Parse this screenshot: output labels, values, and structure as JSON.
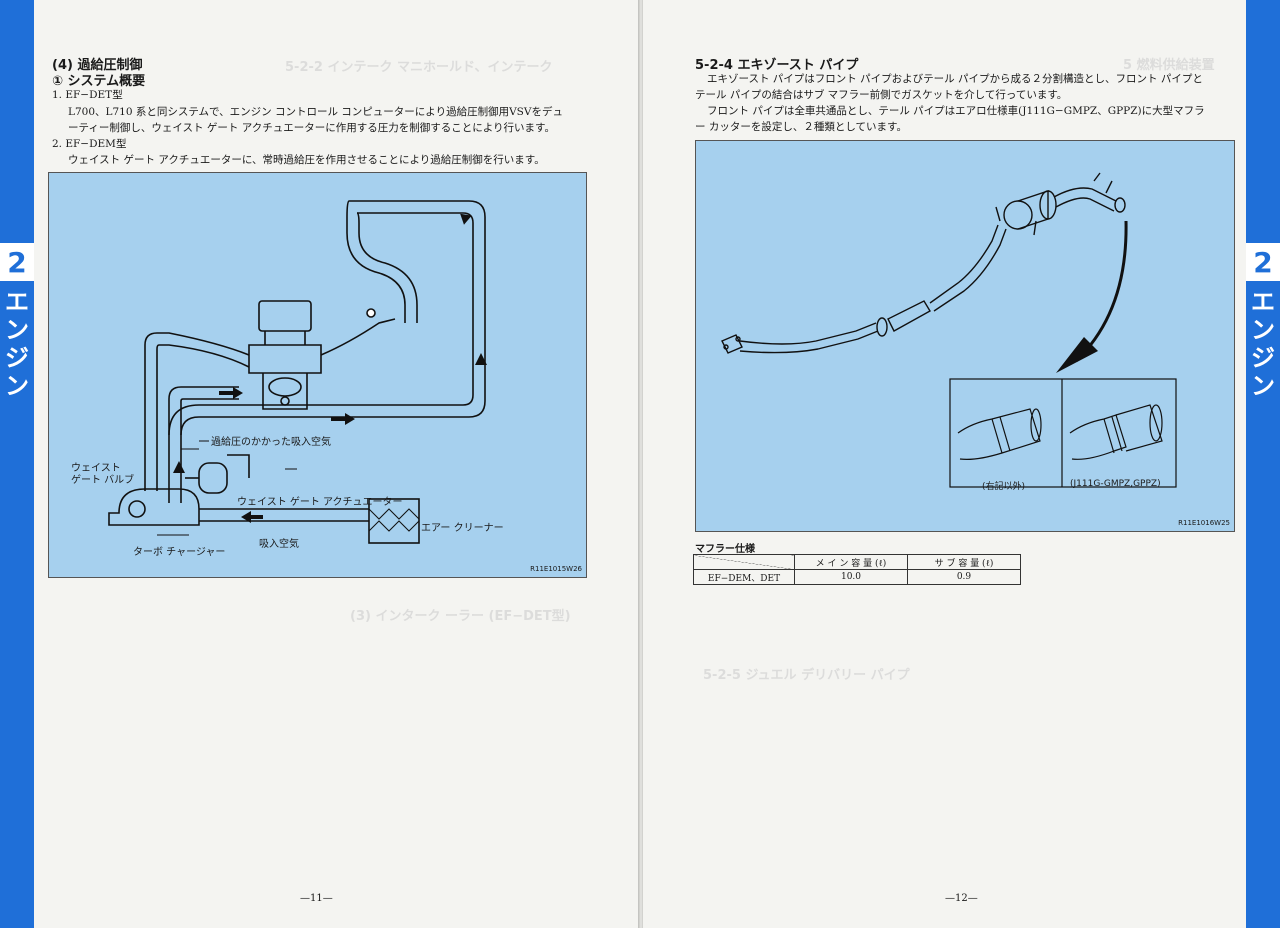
{
  "left": {
    "section_heading": "(4) 過給圧制御",
    "subsection_heading": "① システム概要",
    "item1_title": "1.  EF−DET型",
    "item1_line1": "L700、L710 系と同システムで、エンジン コントロール コンピューターにより過給圧制御用VSVをデュ",
    "item1_line2": "ーティー制御し、ウェイスト ゲート アクチュエーターに作用する圧力を制御することにより行います。",
    "item2_title": "2.  EF−DEM型",
    "item2_line1": "ウェイスト ゲート アクチュエーターに、常時過給圧を作用させることにより過給圧制御を行います。",
    "diagram": {
      "label_boost_air": "過給圧のかかった吸入空気",
      "label_wastegate_valve_1": "ウェイスト",
      "label_wastegate_valve_2": "ゲート バルブ",
      "label_actuator": "ウェイスト ゲート アクチュエーター",
      "label_air_cleaner": "エアー クリーナー",
      "label_intake_air": "吸入空気",
      "label_turbo": "ターボ チャージャー",
      "figure_code": "R11E1015W26"
    },
    "page_number": "—11—",
    "tab_number": "2",
    "tab_text": "エンジン"
  },
  "right": {
    "section_heading": "5-2-4  エキゾースト パイプ",
    "para1_line1": "エキゾースト パイプはフロント パイプおよびテール パイプから成る２分割構造とし、フロント パイプと",
    "para1_line2": "テール パイプの結合はサブ マフラー前側でガスケットを介して行っています。",
    "para2_line1": "フロント パイプは全車共通品とし、テール パイプはエアロ仕様車(J111G−GMPZ、GPPZ)に大型マフラ",
    "para2_line2": "ー カッターを設定し、２種類としています。",
    "diagram": {
      "inset_left_caption": "(右記以外)",
      "inset_right_caption": "(J111G-GMPZ,GPPZ)",
      "figure_code": "R11E1016W25"
    },
    "table_title": "マフラー仕様",
    "table_headers": [
      "メ イ ン 容 量 (ℓ)",
      "サ ブ 容 量 (ℓ)"
    ],
    "table_row_label": "EF−DEM、DET",
    "table_row_values": [
      "10.0",
      "0.9"
    ],
    "page_number": "—12—",
    "tab_number": "2",
    "tab_text": "エンジン"
  },
  "colors": {
    "tab_blue": "#1f6fd8",
    "diagram_blue": "#a6d0ee",
    "paper": "#f4f4f1"
  }
}
